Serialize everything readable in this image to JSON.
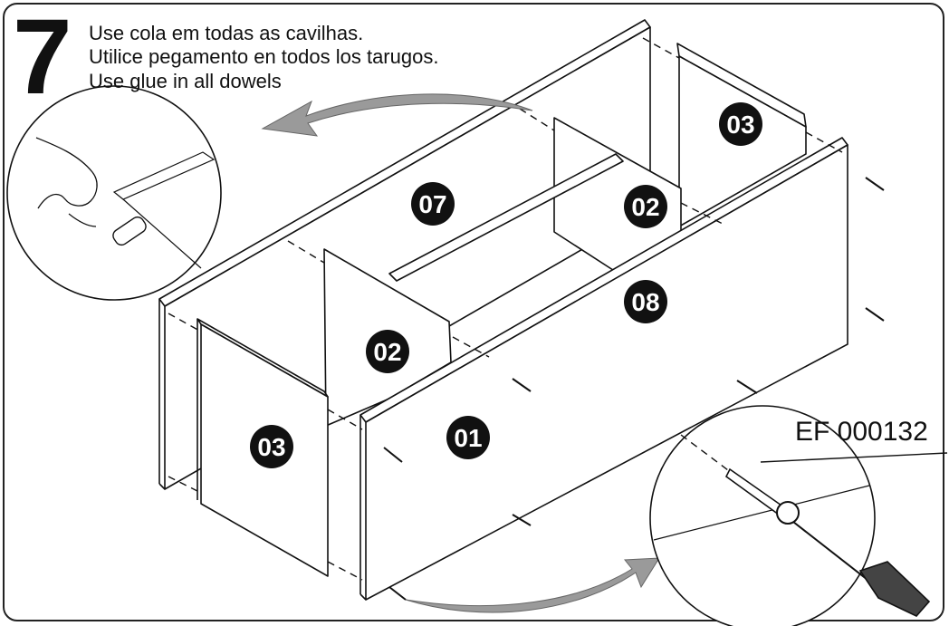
{
  "step": {
    "number": "7",
    "instructions": [
      "Use cola em todas as cavilhas.",
      "Utilice pegamento en todos los tarugos.",
      "Use glue in all dowels"
    ]
  },
  "parts": [
    {
      "id": "p03_right",
      "label": "03"
    },
    {
      "id": "p07",
      "label": "07"
    },
    {
      "id": "p02_back",
      "label": "02"
    },
    {
      "id": "p08",
      "label": "08"
    },
    {
      "id": "p02_front",
      "label": "02"
    },
    {
      "id": "p03_left",
      "label": "03"
    },
    {
      "id": "p01",
      "label": "01"
    }
  ],
  "hardware": {
    "screw_code": "EF 000132"
  },
  "icons": [
    "glue-dowel-detail-icon",
    "screwdriver-icon",
    "screw-icon",
    "curved-arrow-icon"
  ],
  "colors": {
    "line": "#111111",
    "arrow": "#9a9a9a",
    "label_fill": "#111111"
  }
}
